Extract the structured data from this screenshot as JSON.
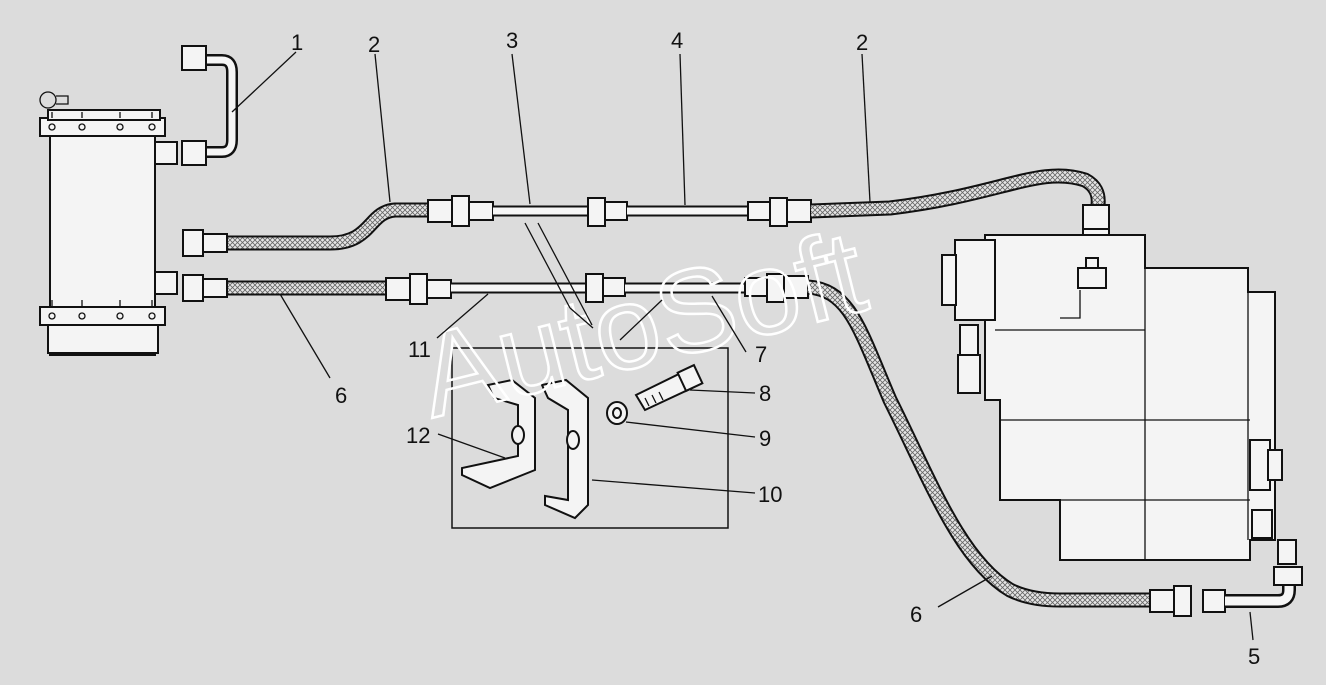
{
  "labels": {
    "l1": "1",
    "l2a": "2",
    "l2b": "2",
    "l3": "3",
    "l4": "4",
    "l5": "5",
    "l6a": "6",
    "l6b": "6",
    "l7": "7",
    "l8": "8",
    "l9": "9",
    "l10": "10",
    "l11": "11",
    "l12": "12"
  },
  "watermark": "AutoSoft",
  "colors": {
    "background": "#dcdcdc",
    "line": "#111111",
    "part_fill": "#f4f4f4",
    "watermark": "#ffffff"
  }
}
